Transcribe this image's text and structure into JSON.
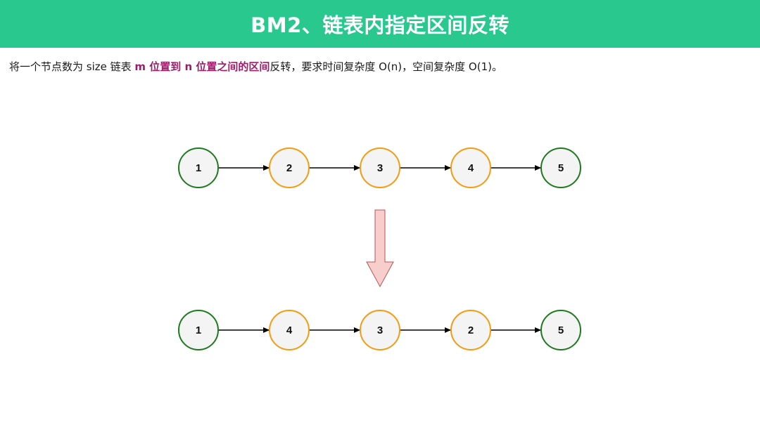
{
  "title": "BM2、链表内指定区间反转",
  "description": {
    "prefix": "将一个节点数为 size 链表 ",
    "highlight": "m 位置到 n 位置之间的区间",
    "suffix": "反转，要求时间复杂度 O(n)，空间复杂度 O(1)。"
  },
  "before_list": {
    "nodes": [
      {
        "label": "1",
        "kind": "outside"
      },
      {
        "label": "2",
        "kind": "inside"
      },
      {
        "label": "3",
        "kind": "inside"
      },
      {
        "label": "4",
        "kind": "inside"
      },
      {
        "label": "5",
        "kind": "outside"
      }
    ]
  },
  "after_list": {
    "nodes": [
      {
        "label": "1",
        "kind": "outside"
      },
      {
        "label": "4",
        "kind": "inside"
      },
      {
        "label": "3",
        "kind": "inside"
      },
      {
        "label": "2",
        "kind": "inside"
      },
      {
        "label": "5",
        "kind": "outside"
      }
    ]
  },
  "colors": {
    "title_bar": "#28c88f",
    "highlight_text": "#9a1f6a",
    "outside_node_stroke": "#1f7a1f",
    "inside_node_stroke": "#f39c12",
    "node_fill": "#f4f4f4",
    "down_arrow_fill": "#f8cecc",
    "down_arrow_stroke": "#b85450"
  }
}
